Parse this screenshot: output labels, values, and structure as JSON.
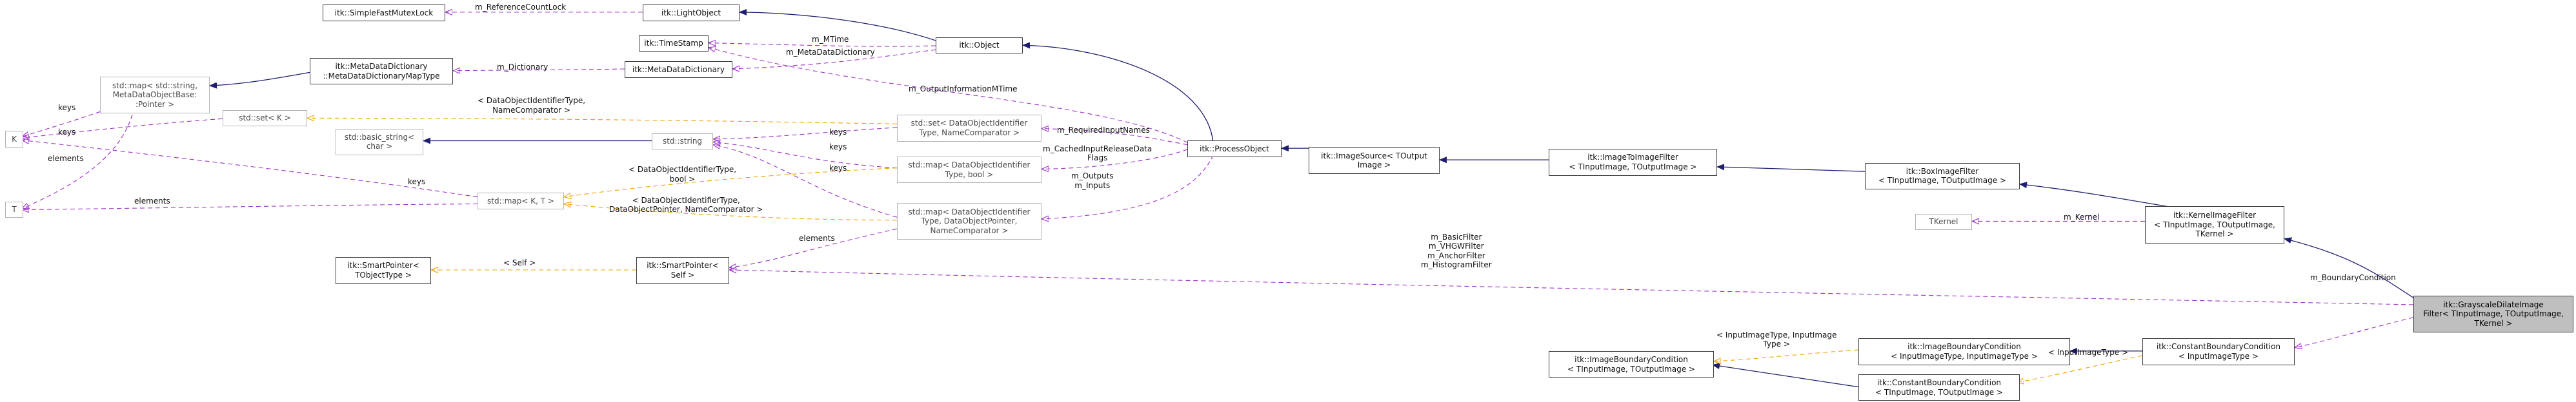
{
  "nodes": {
    "simple_fast_mutex_lock": [
      "itk::SimpleFastMutexLock"
    ],
    "light_object": [
      "itk::LightObject"
    ],
    "object": [
      "itk::Object"
    ],
    "time_stamp": [
      "itk::TimeStamp"
    ],
    "meta_data_dictionary": [
      "itk::MetaDataDictionary"
    ],
    "meta_data_dictionary_map_type": [
      "itk::MetaDataDictionary",
      "::MetaDataDictionaryMapType"
    ],
    "std_map_string_metadata": [
      "std::map< std::string,",
      "MetaDataObjectBase:",
      ":Pointer >"
    ],
    "k": [
      "K"
    ],
    "t": [
      "T"
    ],
    "std_set_k": [
      "std::set< K >"
    ],
    "std_basic_string": [
      "std::basic_string<",
      "char >"
    ],
    "std_string": [
      "std::string"
    ],
    "std_map_k_t": [
      "std::map< K, T >"
    ],
    "smart_pointer_tobject": [
      "itk::SmartPointer<",
      "TObjectType >"
    ],
    "smart_pointer_self": [
      "itk::SmartPointer<",
      "Self >"
    ],
    "set_data_object_identifier": [
      "std::set< DataObjectIdentifier",
      "Type, NameComparator >"
    ],
    "map_data_object_identifier_bool": [
      "std::map< DataObjectIdentifier",
      "Type, bool >"
    ],
    "map_data_object_identifier_pointer": [
      "std::map< DataObjectIdentifier",
      "Type, DataObjectPointer,",
      "NameComparator >"
    ],
    "process_object": [
      "itk::ProcessObject"
    ],
    "image_source": [
      "itk::ImageSource< TOutput",
      "Image >"
    ],
    "image_to_image_filter": [
      "itk::ImageToImageFilter",
      "< TInputImage, TOutputImage >"
    ],
    "box_image_filter": [
      "itk::BoxImageFilter",
      "< TInputImage, TOutputImage >"
    ],
    "kernel_image_filter": [
      "itk::KernelImageFilter",
      "< TInputImage, TOutputImage,",
      "TKernel >"
    ],
    "tkernel": [
      "TKernel"
    ],
    "grayscale_dilate": [
      "itk::GrayscaleDilateImage",
      "Filter< TInputImage, TOutputImage,",
      "TKernel >"
    ],
    "image_boundary_condition_in": [
      "itk::ImageBoundaryCondition",
      "< InputImageType, InputImageType >"
    ],
    "image_boundary_condition_io": [
      "itk::ImageBoundaryCondition",
      "< TInputImage, TOutputImage >"
    ],
    "constant_boundary_condition_in": [
      "itk::ConstantBoundaryCondition",
      "< InputImageType >"
    ],
    "constant_boundary_condition_io": [
      "itk::ConstantBoundaryCondition",
      "< TInputImage, TOutputImage >"
    ]
  },
  "edge_labels": {
    "reference_count_lock": [
      "m_ReferenceCountLock"
    ],
    "mtime": [
      "m_MTime"
    ],
    "meta_data_dictionary": [
      "m_MetaDataDictionary"
    ],
    "dictionary": [
      "m_Dictionary"
    ],
    "output_information_mtime": [
      "m_OutputInformationMTime"
    ],
    "keys_map_to_k": [
      "keys"
    ],
    "keys_set_k": [
      "keys"
    ],
    "elements_map_to_t": [
      "elements"
    ],
    "set_k_template": [
      "< DataObjectIdentifierType,",
      "NameComparator >"
    ],
    "keys_string_to_set": [
      "keys"
    ],
    "keys_string_to_map_bool": [
      "keys"
    ],
    "keys_string_to_map_ptr": [
      "keys"
    ],
    "keys_map_kt_to_k": [
      "keys"
    ],
    "elements_map_kt_to_t": [
      "elements"
    ],
    "map_kt_template_bool": [
      "< DataObjectIdentifierType,",
      "bool >"
    ],
    "map_kt_template_ptr": [
      "< DataObjectIdentifierType,",
      "DataObjectPointer, NameComparator >"
    ],
    "required_input_names": [
      "m_RequiredInputNames"
    ],
    "cached_input_release": [
      "m_CachedInputReleaseData",
      "Flags"
    ],
    "outputs_inputs": [
      "m_Outputs",
      "m_Inputs"
    ],
    "elements_smart_to_ptr": [
      "elements"
    ],
    "self_template": [
      "< Self >"
    ],
    "kernel": [
      "m_Kernel"
    ],
    "filters": [
      "m_BasicFilter",
      "m_VHGWFilter",
      "m_AnchorFilter",
      "m_HistogramFilter"
    ],
    "boundary_condition": [
      "m_BoundaryCondition"
    ],
    "bc_template_in": [
      "< InputImageType, InputImage",
      "Type >"
    ],
    "bc_template_const": [
      "< InputImageType >"
    ]
  },
  "colors": {
    "inheritance": "#1f1f6e",
    "usage": "#9b30c8",
    "template": "#f0a000",
    "focus_fill": "#bfbfbf",
    "node_border": "#3c3c3c",
    "grey_border": "#b4b4b4"
  }
}
